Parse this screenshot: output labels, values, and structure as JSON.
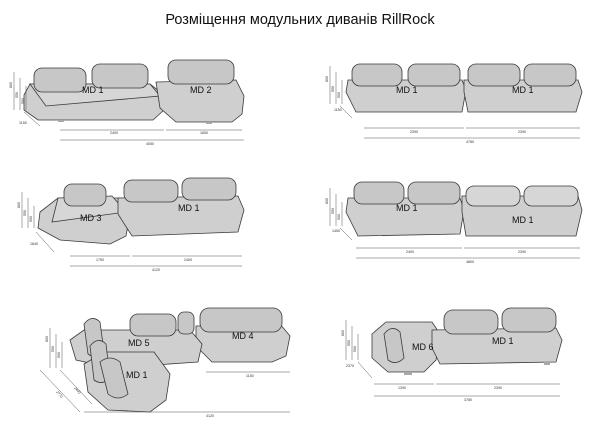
{
  "title": "Розміщення модульних диванів  RillRock",
  "layouts": [
    {
      "id": "a",
      "modules": [
        "MD 1",
        "MD 2"
      ],
      "dims": {
        "h_total": "800",
        "h_seat": "550",
        "h_base": "500",
        "depth": "1150",
        "w1": "2400",
        "w2": "1650",
        "total": "4050"
      }
    },
    {
      "id": "b",
      "modules": [
        "MD 1",
        "MD 1"
      ],
      "dims": {
        "h_total": "800",
        "h_seat": "550",
        "h_base": "500",
        "depth": "1150",
        "w1": "2390",
        "w2": "2390",
        "total": "4780"
      }
    },
    {
      "id": "c",
      "modules": [
        "MD 3",
        "MD 1"
      ],
      "dims": {
        "h_total": "800",
        "h_seat": "550",
        "h_base": "500",
        "depth": "1840",
        "w1": "1750",
        "w2": "2400",
        "total": "4120"
      }
    },
    {
      "id": "d",
      "modules": [
        "MD 1",
        "MD 1"
      ],
      "dims": {
        "h_total": "800",
        "h_seat": "550",
        "h_base": "500",
        "depth": "1450",
        "w1": "2400",
        "w2": "2390",
        "total": "4800"
      }
    },
    {
      "id": "e",
      "modules": [
        "MD 5",
        "MD 4",
        "MD 1"
      ],
      "dims": {
        "h_total": "800",
        "h_seat": "550",
        "h_base": "500",
        "d1": "2770",
        "d2": "2400",
        "w4": "1150",
        "total": "4120"
      }
    },
    {
      "id": "f",
      "modules": [
        "MD 6",
        "MD 1"
      ],
      "dims": {
        "h_total": "800",
        "h_seat": "550",
        "h_base": "500",
        "depth": "2370",
        "w1": "1390",
        "w2": "2390",
        "total": "3780"
      }
    }
  ]
}
